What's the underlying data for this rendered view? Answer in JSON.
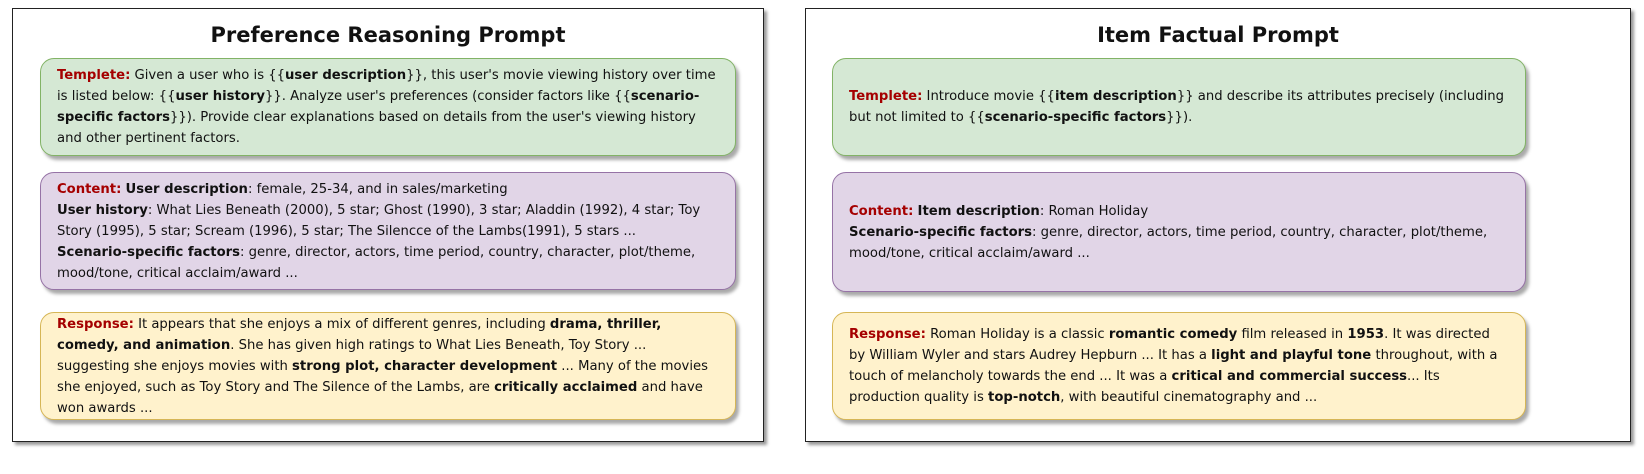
{
  "left": {
    "title": "Preference Reasoning Prompt",
    "template": {
      "label": "Templete:",
      "segments": [
        {
          "t": " Given a user who is {{"
        },
        {
          "t": "user description",
          "b": true
        },
        {
          "t": "}}, this user's movie viewing history over time is listed below: {{"
        },
        {
          "t": "user history",
          "b": true
        },
        {
          "t": "}}. Analyze user's preferences (consider factors like {{"
        },
        {
          "t": "scenario-specific factors",
          "b": true
        },
        {
          "t": "}}). Provide clear explanations based on details from the user's viewing history and other pertinent factors."
        }
      ]
    },
    "content": {
      "label": "Content:",
      "segments": [
        {
          "t": " "
        },
        {
          "t": "User description",
          "b": true
        },
        {
          "t": ": female, 25-34, and in sales/marketing"
        },
        {
          "br": true
        },
        {
          "t": "User history",
          "b": true
        },
        {
          "t": ": What Lies Beneath (2000), 5 star; Ghost (1990), 3 star; Aladdin (1992), 4 star; Toy Story (1995), 5 star; Scream (1996), 5 star; The Silencce of the Lambs(1991), 5 stars ..."
        },
        {
          "br": true
        },
        {
          "t": "Scenario-specific factors",
          "b": true
        },
        {
          "t": ": genre, director, actors, time period, country, character, plot/theme, mood/tone, critical acclaim/award ..."
        }
      ]
    },
    "response": {
      "label": "Response:",
      "segments": [
        {
          "t": " It appears that she enjoys a mix of different genres, including "
        },
        {
          "t": "drama, thriller, comedy, and animation",
          "b": true
        },
        {
          "t": ". She has given high ratings to What Lies Beneath, Toy Story ... suggesting she enjoys movies with "
        },
        {
          "t": "strong plot, character development",
          "b": true
        },
        {
          "t": " ... Many of the movies she enjoyed, such as Toy Story and The Silence of the Lambs, are "
        },
        {
          "t": "critically acclaimed",
          "b": true
        },
        {
          "t": " and have won awards ..."
        }
      ]
    }
  },
  "right": {
    "title": "Item Factual Prompt",
    "template": {
      "label": "Templete:",
      "segments": [
        {
          "t": " Introduce movie {{"
        },
        {
          "t": "item description",
          "b": true
        },
        {
          "t": "}} and describe its attributes precisely (including but not limited to {{"
        },
        {
          "t": "scenario-specific factors",
          "b": true
        },
        {
          "t": "}})."
        }
      ]
    },
    "content": {
      "label": "Content:",
      "segments": [
        {
          "t": " "
        },
        {
          "t": "Item description",
          "b": true
        },
        {
          "t": ": Roman Holiday"
        },
        {
          "br": true
        },
        {
          "t": "Scenario-specific factors",
          "b": true
        },
        {
          "t": ": genre, director, actors, time period, country, character, plot/theme, mood/tone, critical acclaim/award ..."
        }
      ]
    },
    "response": {
      "label": "Response:",
      "segments": [
        {
          "t": " Roman Holiday is a classic "
        },
        {
          "t": "romantic comedy",
          "b": true
        },
        {
          "t": " film released in "
        },
        {
          "t": "1953",
          "b": true
        },
        {
          "t": ". It was directed by William Wyler and stars Audrey Hepburn ... It has a "
        },
        {
          "t": "light and playful tone",
          "b": true
        },
        {
          "t": " throughout, with a touch of melancholy towards the end ... It was a "
        },
        {
          "t": "critical and commercial success",
          "b": true
        },
        {
          "t": "... Its production quality is "
        },
        {
          "t": "top-notch",
          "b": true
        },
        {
          "t": ", with beautiful cinematography and ..."
        }
      ]
    }
  }
}
